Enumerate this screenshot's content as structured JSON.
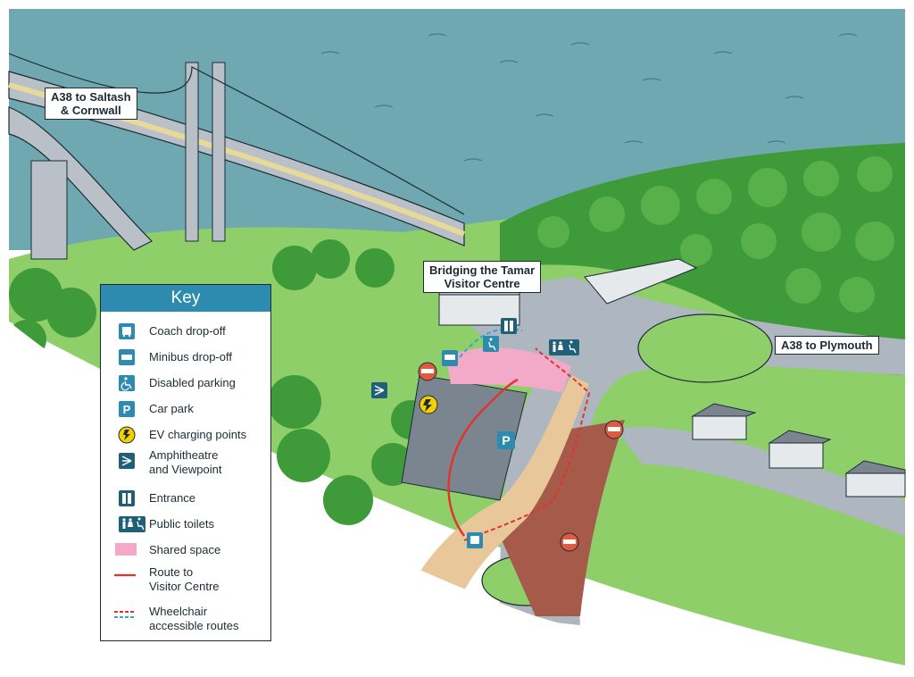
{
  "map_labels": {
    "a38_saltash": [
      "A38 to Saltash",
      "& Cornwall"
    ],
    "visitor_centre": [
      "Bridging the Tamar",
      "Visitor Centre"
    ],
    "a38_plymouth": "A38 to Plymouth"
  },
  "key": {
    "title": "Key",
    "items": [
      {
        "icon": "coach-icon",
        "label": [
          "Coach drop-off"
        ]
      },
      {
        "icon": "minibus-icon",
        "label": [
          "Minibus drop-off"
        ]
      },
      {
        "icon": "disabled-parking-icon",
        "label": [
          "Disabled parking"
        ]
      },
      {
        "icon": "car-park-icon",
        "label": [
          "Car park"
        ],
        "glyph": "P"
      },
      {
        "icon": "ev-charging-icon",
        "label": [
          "EV charging points"
        ]
      },
      {
        "icon": "amphitheatre-icon",
        "label": [
          "Amphitheatre",
          "and Viewpoint"
        ]
      },
      {
        "icon": "entrance-icon",
        "label": [
          "Entrance"
        ]
      },
      {
        "icon": "public-toilets-icon",
        "label": [
          "Public toilets"
        ]
      },
      {
        "icon": "shared-space-swatch",
        "label": [
          "Shared space"
        ]
      },
      {
        "icon": "route-line",
        "label": [
          "Route to",
          "Visitor Centre"
        ]
      },
      {
        "icon": "wheelchair-route-line",
        "label": [
          "Wheelchair",
          "accessible routes"
        ]
      }
    ]
  },
  "colors": {
    "water": "#6fa8b0",
    "sky_water_dark": "#5f9aa3",
    "grass": "#8fcf6a",
    "trees": "#3f9a3a",
    "road": "#aeb6bf",
    "shared_space": "#f3a9c8",
    "route": "#e0342e",
    "wheelchair_route_blue": "#3aa3d8",
    "icon_blue": "#2d8bb0",
    "icon_dark": "#1f5f78",
    "ev_yellow": "#f5d000",
    "no_entry_red": "#e05a3e",
    "outline": "#1c2b33"
  }
}
